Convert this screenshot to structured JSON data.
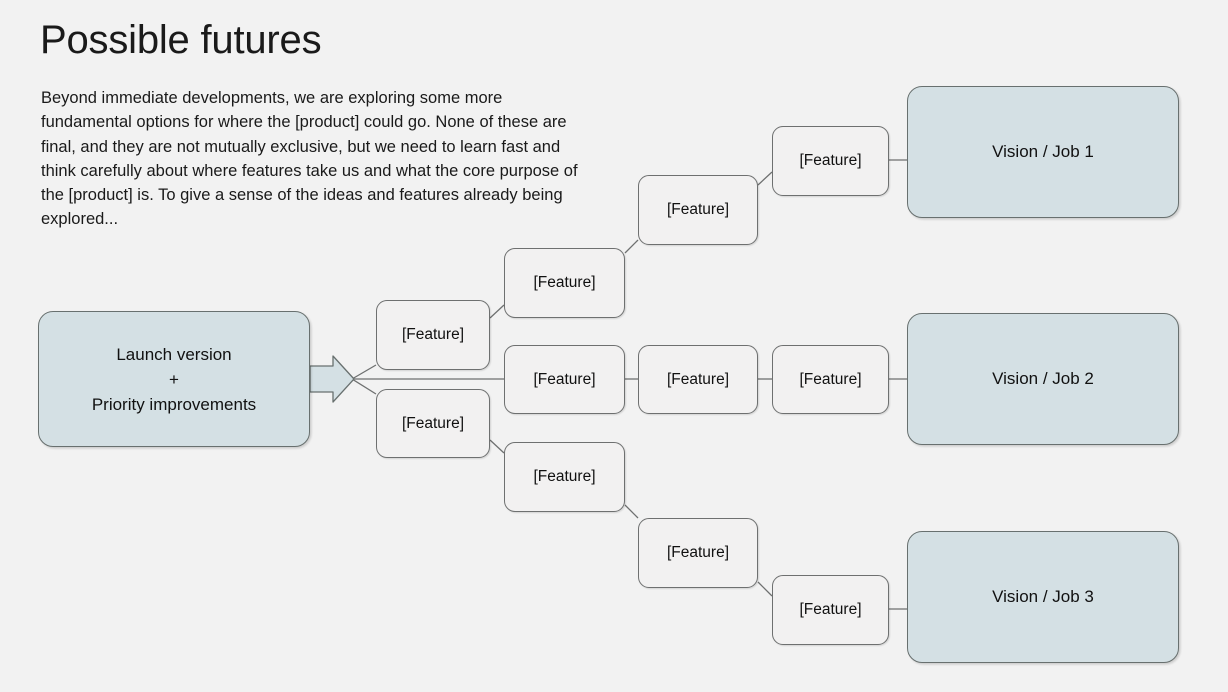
{
  "slide": {
    "background_color": "#f2f2f2",
    "title": "Possible futures",
    "body": "Beyond immediate developments, we are exploring some more fundamental options for where the [product] could go. None of these are final, and they are not mutually exclusive, but we need to learn fast and think carefully about where features take us and what the core purpose of the [product] is. To give a sense of the ideas and features already being explored..."
  },
  "colors": {
    "node_fill": "#f2f1f1",
    "node_border": "#6e7070",
    "highlight_fill": "#d4e0e4",
    "highlight_border": "#68706f",
    "text": "#111111",
    "connector": "#6e7070"
  },
  "diagram": {
    "start_node": {
      "label": "Launch version\n+\nPriority improvements",
      "line1": "Launch version",
      "line2": "+",
      "line3": "Priority improvements"
    },
    "arrow": {
      "name": "branch-arrow"
    },
    "feature_label": "[Feature]",
    "branches": [
      {
        "name": "branch-1",
        "features": [
          "[Feature]",
          "[Feature]",
          "[Feature]",
          "[Feature]"
        ],
        "outcome": "Vision / Job 1"
      },
      {
        "name": "branch-2",
        "features": [
          "[Feature]",
          "[Feature]",
          "[Feature]"
        ],
        "outcome": "Vision / Job 2"
      },
      {
        "name": "branch-3",
        "features": [
          "[Feature]",
          "[Feature]",
          "[Feature]",
          "[Feature]"
        ],
        "outcome": "Vision / Job 3"
      }
    ],
    "outcomes": [
      "Vision / Job 1",
      "Vision / Job 2",
      "Vision / Job 3"
    ]
  }
}
